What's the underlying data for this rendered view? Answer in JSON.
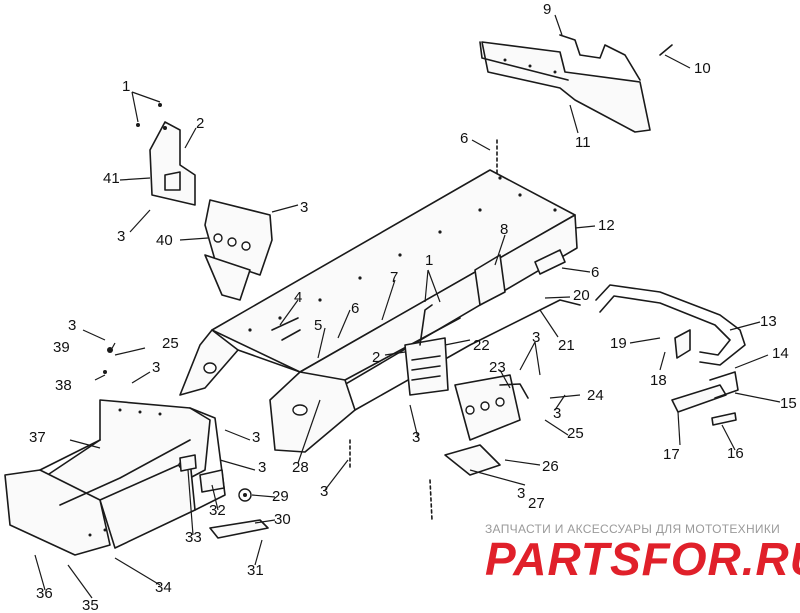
{
  "labels": [
    {
      "id": "1a",
      "text": "1"
    },
    {
      "id": "2",
      "text": "2"
    },
    {
      "id": "41",
      "text": "41"
    },
    {
      "id": "3a",
      "text": "3"
    },
    {
      "id": "3b",
      "text": "3"
    },
    {
      "id": "40",
      "text": "40"
    },
    {
      "id": "9",
      "text": "9"
    },
    {
      "id": "10",
      "text": "10"
    },
    {
      "id": "11",
      "text": "11"
    },
    {
      "id": "6a",
      "text": "6"
    },
    {
      "id": "12",
      "text": "12"
    },
    {
      "id": "8",
      "text": "8"
    },
    {
      "id": "6b",
      "text": "6"
    },
    {
      "id": "1b",
      "text": "1"
    },
    {
      "id": "7",
      "text": "7"
    },
    {
      "id": "20",
      "text": "20"
    },
    {
      "id": "21",
      "text": "21"
    },
    {
      "id": "13",
      "text": "13"
    },
    {
      "id": "4",
      "text": "4"
    },
    {
      "id": "6c",
      "text": "6"
    },
    {
      "id": "5",
      "text": "5"
    },
    {
      "id": "2b",
      "text": "2"
    },
    {
      "id": "22",
      "text": "22"
    },
    {
      "id": "19",
      "text": "19"
    },
    {
      "id": "18",
      "text": "18"
    },
    {
      "id": "14",
      "text": "14"
    },
    {
      "id": "3c",
      "text": "3"
    },
    {
      "id": "39",
      "text": "39"
    },
    {
      "id": "25a",
      "text": "25"
    },
    {
      "id": "38",
      "text": "38"
    },
    {
      "id": "3d",
      "text": "3"
    },
    {
      "id": "3e",
      "text": "3"
    },
    {
      "id": "23",
      "text": "23"
    },
    {
      "id": "24",
      "text": "24"
    },
    {
      "id": "15",
      "text": "15"
    },
    {
      "id": "37",
      "text": "37"
    },
    {
      "id": "3f",
      "text": "3"
    },
    {
      "id": "3g",
      "text": "3"
    },
    {
      "id": "3h",
      "text": "3"
    },
    {
      "id": "25b",
      "text": "25"
    },
    {
      "id": "17",
      "text": "17"
    },
    {
      "id": "16",
      "text": "16"
    },
    {
      "id": "28",
      "text": "28"
    },
    {
      "id": "26",
      "text": "26"
    },
    {
      "id": "3i",
      "text": "3"
    },
    {
      "id": "29",
      "text": "29"
    },
    {
      "id": "3j",
      "text": "3"
    },
    {
      "id": "3k",
      "text": "3"
    },
    {
      "id": "27",
      "text": "27"
    },
    {
      "id": "32",
      "text": "32"
    },
    {
      "id": "30",
      "text": "30"
    },
    {
      "id": "33",
      "text": "33"
    },
    {
      "id": "31",
      "text": "31"
    },
    {
      "id": "36",
      "text": "36"
    },
    {
      "id": "34",
      "text": "34"
    },
    {
      "id": "35",
      "text": "35"
    }
  ],
  "watermark": {
    "caption": "ЗАПЧАСТИ И АКСЕССУАРЫ ДЛЯ МОТОТЕХНИКИ",
    "logo_part1": "PARTS",
    "logo_part2": "FOR.RU",
    "color_red": "#e0202a",
    "color_grey": "#b8b8b8"
  }
}
